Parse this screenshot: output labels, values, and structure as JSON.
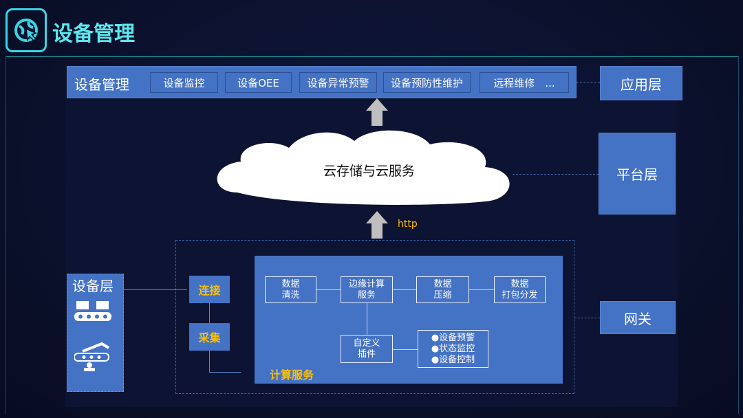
{
  "header": {
    "title": "设备管理",
    "icon": "globe-cursor-icon"
  },
  "app_bar": {
    "label": "设备管理",
    "items": [
      "设备监控",
      "设备OEE",
      "设备异常预警",
      "设备预防性维护",
      "远程维修　..."
    ]
  },
  "layers": {
    "app": "应用层",
    "platform": "平台层",
    "gateway": "网关",
    "device": "设备层"
  },
  "cloud": {
    "label": "云存储与云服务"
  },
  "protocol": "http",
  "gateway": {
    "connect": "连接",
    "collect": "采集",
    "compute_label": "计算服务",
    "steps": [
      {
        "l1": "数据",
        "l2": "清洗"
      },
      {
        "l1": "边缘计算",
        "l2": "服务"
      },
      {
        "l1": "数据",
        "l2": "压缩"
      },
      {
        "l1": "数据",
        "l2": "打包分发"
      }
    ],
    "plugin": {
      "l1": "自定义",
      "l2": "插件"
    },
    "functions": [
      "●设备预警",
      "●状态监控",
      "●设备控制"
    ]
  },
  "colors": {
    "accent": "#4472c4",
    "title": "#5ce8ef",
    "highlight": "#ffc000"
  }
}
